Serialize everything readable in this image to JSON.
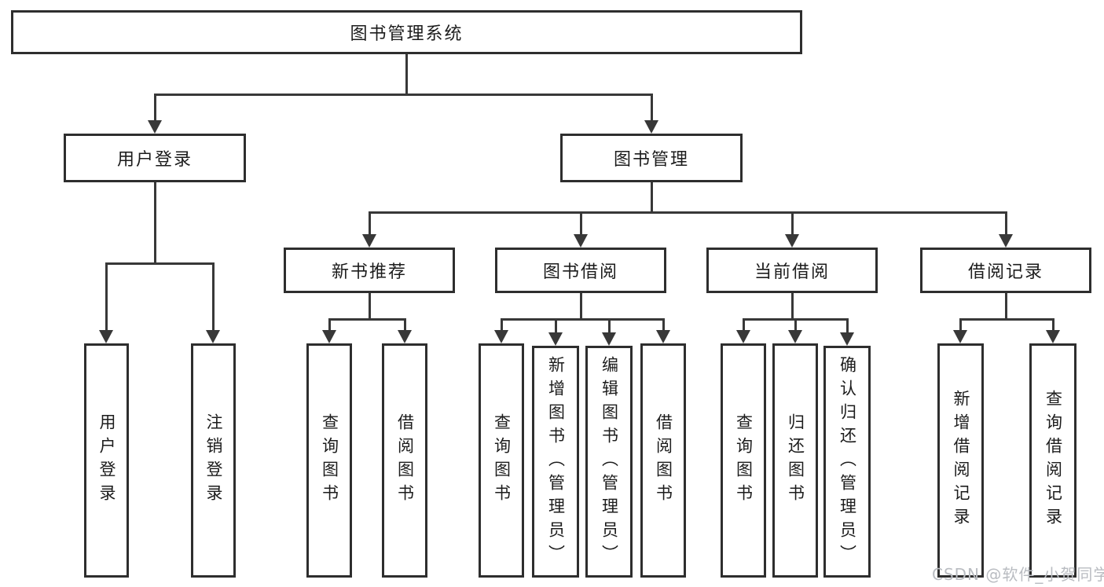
{
  "diagram": {
    "type": "hierarchy-tree",
    "root": {
      "label": "图书管理系统"
    },
    "level2": [
      {
        "label": "用户登录",
        "children": [
          {
            "label": "用户登录"
          },
          {
            "label": "注销登录"
          }
        ]
      },
      {
        "label": "图书管理",
        "children": [
          {
            "label": "新书推荐",
            "children": [
              {
                "label": "查询图书"
              },
              {
                "label": "借阅图书"
              }
            ]
          },
          {
            "label": "图书借阅",
            "children": [
              {
                "label": "查询图书"
              },
              {
                "label": "新增图书（管理员）"
              },
              {
                "label": "编辑图书（管理员）"
              },
              {
                "label": "借阅图书"
              }
            ]
          },
          {
            "label": "当前借阅",
            "children": [
              {
                "label": "查询图书"
              },
              {
                "label": "归还图书"
              },
              {
                "label": "确认归还（管理员）"
              }
            ]
          },
          {
            "label": "借阅记录",
            "children": [
              {
                "label": "新增借阅记录"
              },
              {
                "label": "查询借阅记录"
              }
            ]
          }
        ]
      }
    ]
  },
  "colors": {
    "line": "#383838",
    "border": "#2e2e2e",
    "text": "#1c1c1c",
    "background": "#ffffff",
    "watermark": "#b9bcc1"
  },
  "watermark": {
    "text": "CSDN @软件_小贺同学"
  }
}
